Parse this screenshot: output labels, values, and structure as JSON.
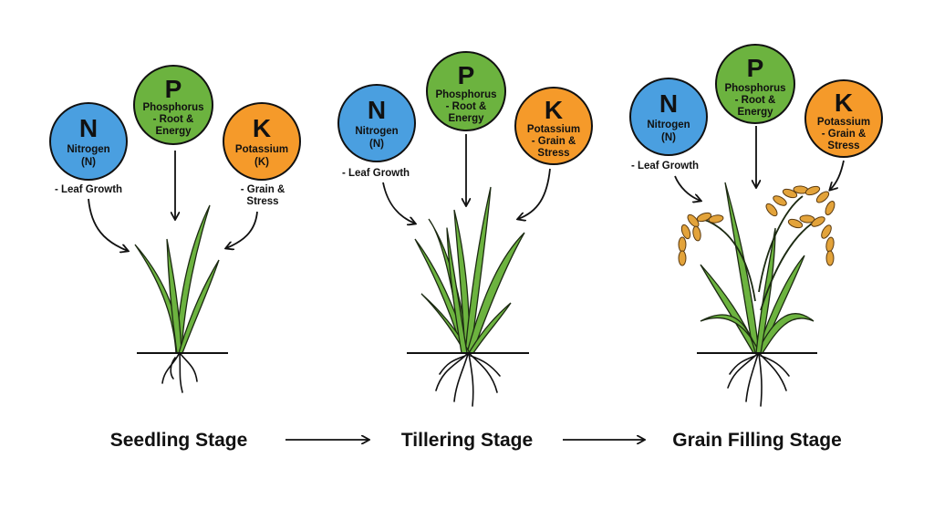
{
  "colors": {
    "nitrogen": "#4a9fe0",
    "phosphorus": "#6cb33f",
    "potassium": "#f59a2a"
  },
  "stages": [
    {
      "label": "Seedling Stage",
      "n": {
        "symbol": "N",
        "name": "Nitrogen",
        "sub": "(N)",
        "note": "- Leaf Growth"
      },
      "p": {
        "symbol": "P",
        "l1": "Phosphorus",
        "l2": "- Root &",
        "l3": "Energy"
      },
      "k": {
        "symbol": "K",
        "name": "Potassium",
        "sub": "(K)",
        "note1": "- Grain &",
        "note2": "Stress"
      }
    },
    {
      "label": "Tillering Stage",
      "n": {
        "symbol": "N",
        "name": "Nitrogen",
        "sub": "(N)",
        "note": "- Leaf Growth"
      },
      "p": {
        "symbol": "P",
        "l1": "Phosphorus",
        "l2": "- Root &",
        "l3": "Energy"
      },
      "k": {
        "symbol": "K",
        "name": "Potassium",
        "l2": "- Grain &",
        "l3": "Stress"
      }
    },
    {
      "label": "Grain Filling Stage",
      "n": {
        "symbol": "N",
        "name": "Nitrogen",
        "sub": "(N)",
        "note": "- Leaf Growth"
      },
      "p": {
        "symbol": "P",
        "l1": "Phosphorus",
        "l2": "- Root &",
        "l3": "Energy"
      },
      "k": {
        "symbol": "K",
        "name": "Potassium",
        "l2": "- Grain &",
        "l3": "Stress"
      }
    }
  ]
}
